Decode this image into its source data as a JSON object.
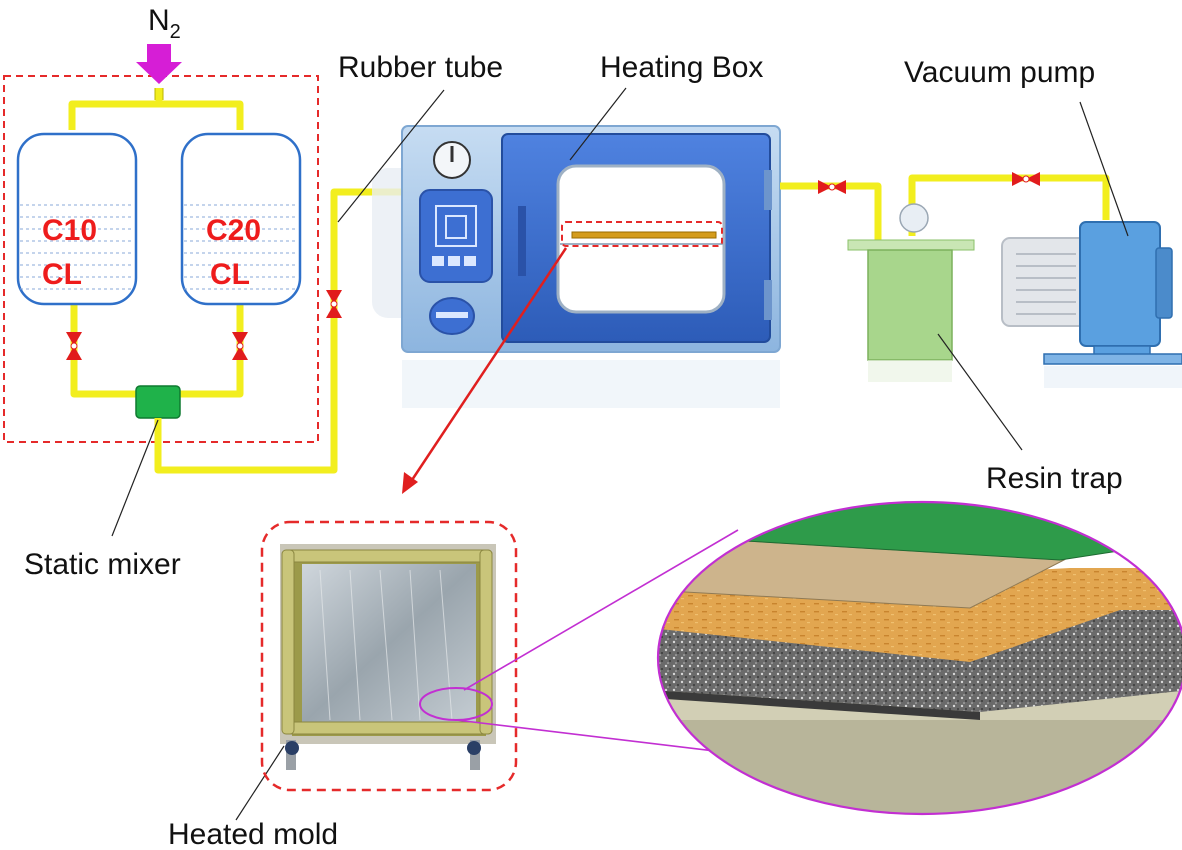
{
  "labels": {
    "n2": "N",
    "n2_sub": "2",
    "rubber_tube": "Rubber tube",
    "heating_box": "Heating Box",
    "vacuum_pump": "Vacuum pump",
    "static_mixer": "Static mixer",
    "resin_trap": "Resin trap",
    "heated_mold": "Heated mold"
  },
  "tanks": [
    {
      "line1": "C10",
      "line2": "CL"
    },
    {
      "line1": "C20",
      "line2": "CL"
    }
  ],
  "colors": {
    "pipe": "#f2ee1e",
    "pipe_edge": "#b9b400",
    "callout_dash": "#e52a2a",
    "tank_outline": "#2f70c9",
    "tank_text": "#ee1c1c",
    "n2_arrow": "#d61ed6",
    "mixer": "#1fb24a",
    "valve": "#e11c1c",
    "oven_body": "#a9cbea",
    "oven_door": "#3d6fd2",
    "trap": "#a8d68c",
    "pump": "#5aa0e0",
    "zoom_outline": "#c22fd2",
    "arrow": "#e01f1f",
    "layer_green": "#2e9b4a",
    "layer_tan": "#cdb48c",
    "layer_orange": "#e0a24a",
    "layer_gray": "#6e6e6e",
    "layer_base": "#b8b59a"
  }
}
